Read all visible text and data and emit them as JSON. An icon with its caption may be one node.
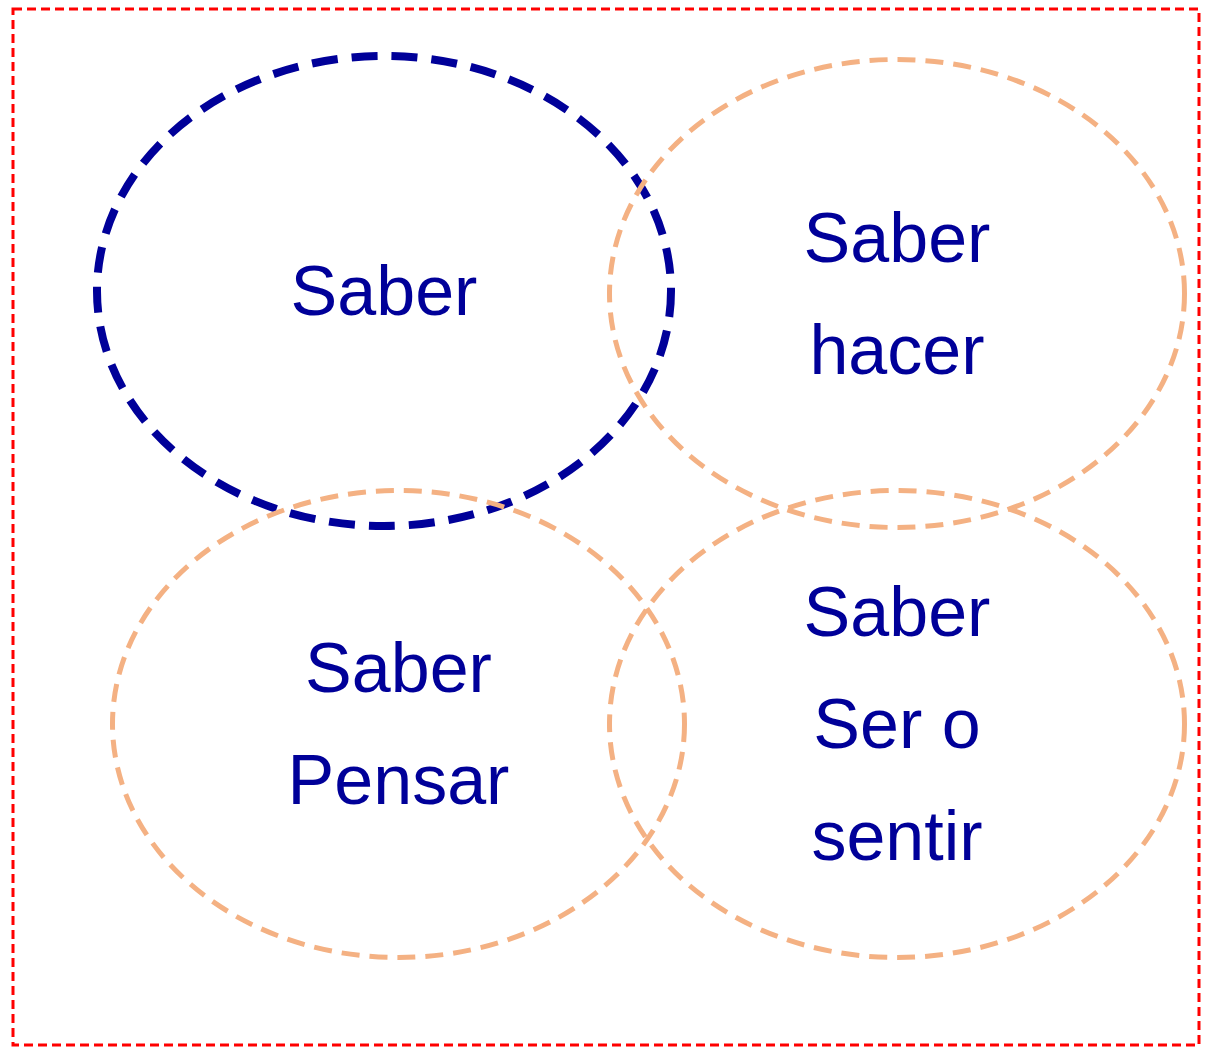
{
  "diagram": {
    "nodes": [
      {
        "text": [
          "Saber"
        ]
      },
      {
        "text": [
          "Saber hacer"
        ]
      },
      {
        "text": [
          "Saber Pensar"
        ]
      },
      {
        "text": [
          "Saber Ser o sentir"
        ]
      }
    ]
  }
}
